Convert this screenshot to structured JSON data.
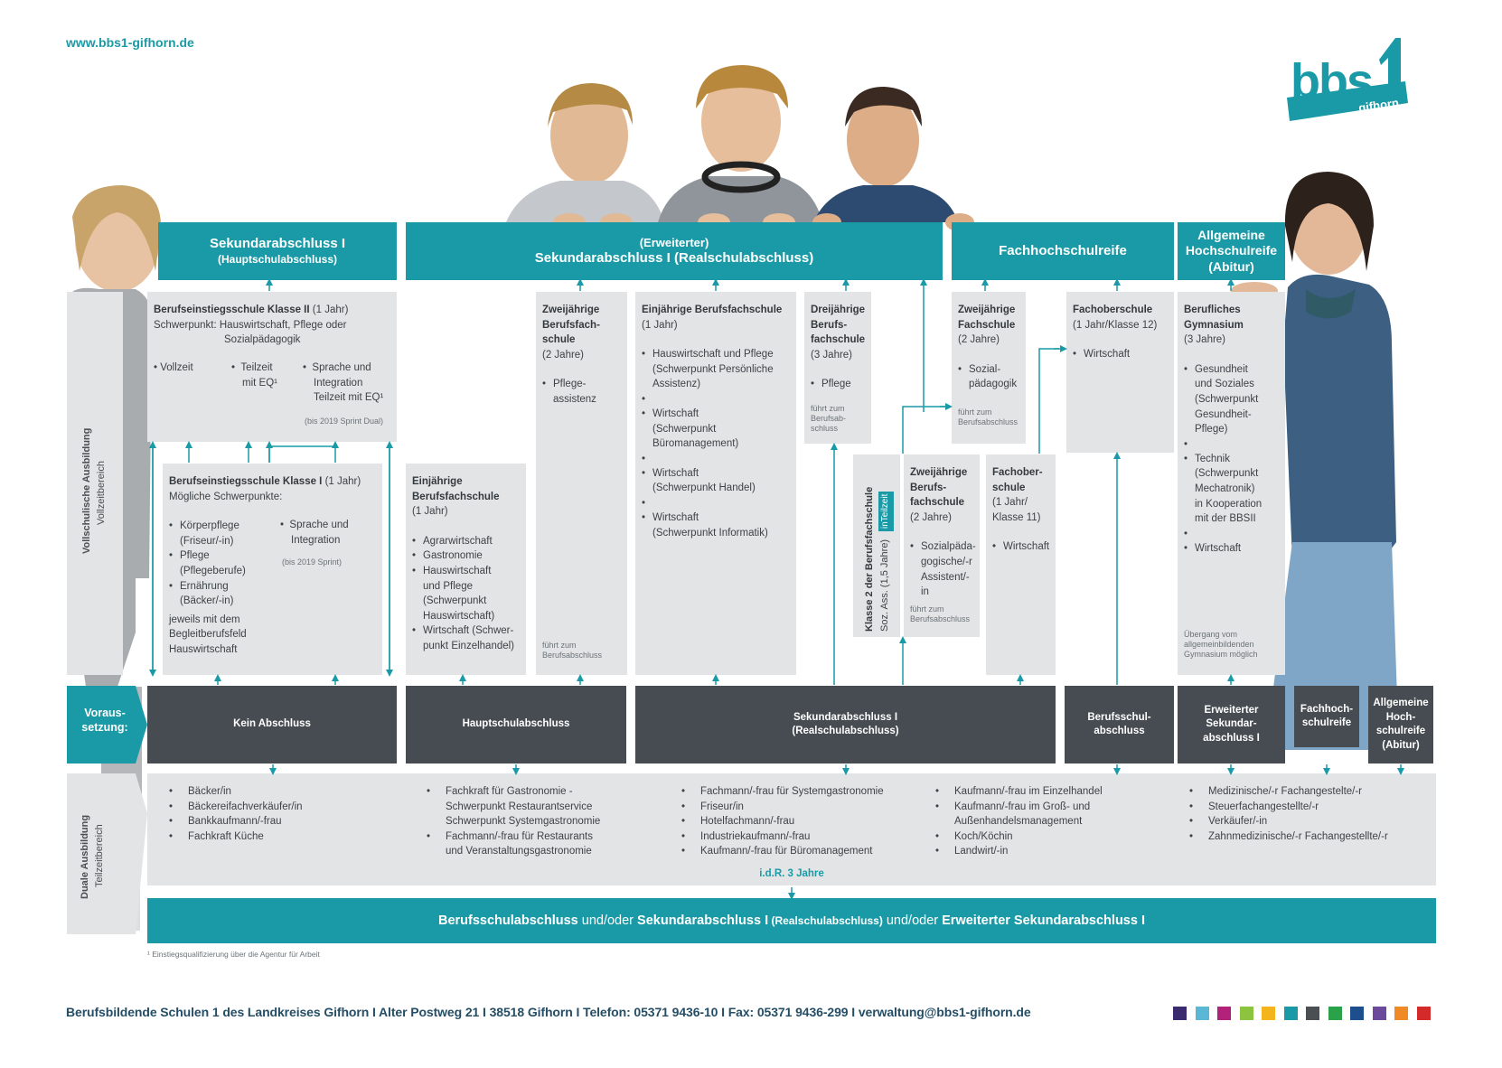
{
  "url": "www.bbs1-gifhorn.de",
  "logo": {
    "text": "bbs",
    "number": "1",
    "sub": "gifhorn"
  },
  "headers": {
    "sek1_title": "Sekundarabschluss I",
    "sek1_sub": "(Hauptschulabschluss)",
    "real_pre": "(Erweiterter)",
    "real_title": "Sekundarabschluss I (Realschulabschluss)",
    "fhr": "Fachhochschulreife",
    "ahr_line1": "Allgemeine",
    "ahr_line2": "Hochschulreife",
    "ahr_line3": "(Abitur)"
  },
  "side_labels": {
    "vollschulisch": "Vollschulische Ausbildung",
    "vollzeit": "Vollzeitbereich",
    "voraus": "Voraus-\nsetzung:",
    "dual": "Duale Ausbildung",
    "teilzeit": "Teilzeitbereich"
  },
  "boxes": {
    "bes2": {
      "title": "Berufseinstiegsschule Klasse II",
      "duration": " (1 Jahr)",
      "focus_line1": "Schwerpunkt: Hauswirtschaft, Pflege oder",
      "focus_line2": "Sozialpädagogik",
      "opt1": "Vollzeit",
      "opt2a": "Teilzeit",
      "opt2b": "mit EQ¹",
      "opt3a": "Sprache und",
      "opt3b": "Integration",
      "opt3c": "Teilzeit mit EQ¹",
      "note": "(bis 2019 Sprint Dual)"
    },
    "bes1": {
      "title": "Berufseinstiegsschule Klasse I",
      "duration": " (1 Jahr)",
      "intro": "Mögliche Schwerpunkte:",
      "items": [
        "Körperpflege",
        "(Friseur/-in)",
        "Pflege",
        "(Pflegeberufe)",
        "Ernährung",
        "(Bäcker/-in)"
      ],
      "extra1": "jeweils mit dem",
      "extra2": "Begleitberufsfeld",
      "extra3": "Hauswirtschaft",
      "opt_a": "Sprache und",
      "opt_b": "Integration",
      "note": "(bis 2019 Sprint)"
    },
    "ebfs1": {
      "title1": "Einjährige",
      "title2": "Berufsfachschule",
      "duration": "(1 Jahr)",
      "i1": "Agrarwirtschaft",
      "i2": "Gastronomie",
      "i3a": "Hauswirtschaft",
      "i3b": "und Pflege",
      "i3c": "(Schwerpunkt",
      "i3d": "Hauswirtschaft)",
      "i4a": "Wirtschaft (Schwer-",
      "i4b": "punkt Einzelhandel)"
    },
    "zbfs": {
      "title1": "Zweijährige",
      "title2": "Berufsfach-",
      "title3": "schule",
      "duration": "(2 Jahre)",
      "i1a": "Pflege-",
      "i1b": "assistenz",
      "note1": "führt zum",
      "note2": "Berufsabschluss"
    },
    "ebfs2": {
      "title": "Einjährige Berufsfachschule",
      "duration": "(1 Jahr)",
      "i1a": "Hauswirtschaft und Pflege",
      "i1b": "(Schwerpunkt Persönliche",
      "i1c": "Assistenz)",
      "i2a": "Wirtschaft",
      "i2b": "(Schwerpunkt",
      "i2c": "Büromanagement)",
      "i3a": "Wirtschaft",
      "i3b": "(Schwerpunkt Handel)",
      "i4a": "Wirtschaft",
      "i4b": "(Schwerpunkt Informatik)"
    },
    "dbfs": {
      "title1": "Dreijährige",
      "title2": "Berufs-",
      "title3": "fachschule",
      "duration": "(3 Jahre)",
      "i1": "Pflege",
      "note1": "führt zum",
      "note2": "Berufsab-",
      "note3": "schluss"
    },
    "klasse2": {
      "title": "Klasse 2 der Berufsfachschule",
      "sub": "Soz. Ass. (1,5 Jahre)",
      "tag": "inTeilzeit"
    },
    "zbfs_soz": {
      "title1": "Zweijährige",
      "title2": "Berufs-",
      "title3": "fachschule",
      "duration": "(2 Jahre)",
      "i1a": "Sozialpäda-",
      "i1b": "gogische/-r",
      "i1c": "Assistent/-",
      "i1d": "in",
      "note1": "führt zum",
      "note2": "Berufsabschluss"
    },
    "zfs": {
      "title1": "Zweijährige",
      "title2": "Fachschule",
      "duration": "(2 Jahre)",
      "i1a": "Sozial-",
      "i1b": "pädagogik",
      "note1": "führt zum",
      "note2": "Berufsabschluss"
    },
    "fos11": {
      "title1": "Fachober-",
      "title2": "schule",
      "dur1": "(1 Jahr/",
      "dur2": "Klasse 11)",
      "i1": "Wirtschaft"
    },
    "fos12": {
      "title": "Fachoberschule",
      "duration": "(1 Jahr/Klasse 12)",
      "i1": "Wirtschaft"
    },
    "bg": {
      "title1": "Berufliches",
      "title2": "Gymnasium",
      "duration": "(3 Jahre)",
      "i1a": "Gesundheit",
      "i1b": "und Soziales",
      "i1c": "(Schwerpunkt",
      "i1d": "Gesundheit-",
      "i1e": "Pflege)",
      "i2a": "Technik",
      "i2b": "(Schwerpunkt",
      "i2c": "Mechatronik)",
      "i2d": "in Kooperation",
      "i2e": "mit der BBSII",
      "i3": "Wirtschaft",
      "note1": "Übergang vom",
      "note2": "allgemeinbildenden",
      "note3": "Gymnasium möglich"
    }
  },
  "prereq": {
    "kein": "Kein Abschluss",
    "haupt": "Hauptschulabschluss",
    "real1": "Sekundarabschluss I",
    "real2": "(Realschulabschluss)",
    "beruf1": "Berufsschul-",
    "beruf2": "abschluss",
    "erw1": "Erweiterter",
    "erw2": "Sekundar-",
    "erw3": "abschluss I",
    "fh1": "Fachhoch-",
    "fh2": "schulreife",
    "ah1": "Allgemeine",
    "ah2": "Hoch-",
    "ah3": "schulreife",
    "ah4": "(Abitur)"
  },
  "dual": {
    "col1": [
      "Bäcker/in",
      "Bäckereifachverkäufer/in",
      "Bankkaufmann/-frau",
      "Fachkraft Küche"
    ],
    "col2": [
      {
        "l1": "Fachkraft für Gastronomie -",
        "l2": "Schwerpunkt Restaurantservice",
        "l3": "Schwerpunkt Systemgastronomie"
      },
      {
        "l1": "Fachmann/-frau für Restaurants",
        "l2": "und Veranstaltungsgastronomie"
      }
    ],
    "col3": [
      "Fachmann/-frau für Systemgastronomie",
      "Friseur/in",
      "Hotelfachmann/-frau",
      "Industriekaufmann/-frau",
      "Kaufmann/-frau für Büromanagement"
    ],
    "col4": [
      {
        "l1": "Kaufmann/-frau im Einzelhandel"
      },
      {
        "l1": "Kaufmann/-frau im Groß- und",
        "l2": "Außenhandelsmanagement"
      },
      {
        "l1": "Koch/Köchin"
      },
      {
        "l1": "Landwirt/-in"
      }
    ],
    "col5": [
      "Medizinische/-r Fachangestelte/-r",
      "Steuerfachangestellte/-r",
      "Verkäufer/-in",
      "Zahnmedizinische/-r Fachangestellte/-r"
    ],
    "duration": "i.d.R. 3 Jahre"
  },
  "final": {
    "p1": "Berufsschulabschluss",
    "p2": " und/oder ",
    "p3": "Sekundarabschluss I",
    "p4": " (Realschulabschluss)",
    "p5": " und/oder ",
    "p6": "Erweiterter Sekundarabschluss I"
  },
  "footnote": "¹ Einstiegsqualifizierung über die Agentur für Arbeit",
  "footer": "Berufsbildende Schulen 1 des Landkreises Gifhorn  I  Alter Postweg 21  I  38518 Gifhorn  I  Telefon: 05371 9436-10  I  Fax: 05371 9436-299  I  verwaltung@bbs1-gifhorn.de",
  "colors": {
    "teal": "#1a9aa6",
    "dark": "#464c51",
    "light": "#e3e4e5",
    "swatches": [
      "#3a2a6e",
      "#5bb7d6",
      "#b3227a",
      "#8cc43f",
      "#f3b51b",
      "#1a9aa6",
      "#4a4f53",
      "#2aa24a",
      "#1d4f8e",
      "#6b4a9c",
      "#ef8a25",
      "#d42a2a"
    ]
  }
}
